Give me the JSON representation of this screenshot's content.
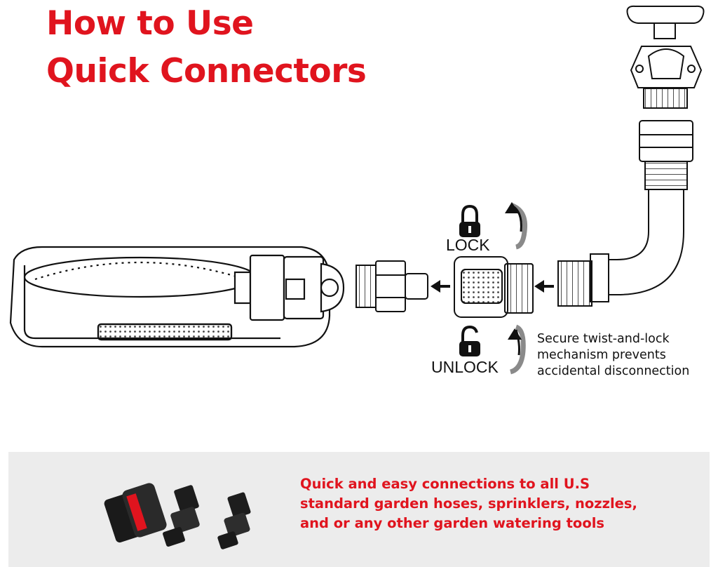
{
  "title": {
    "line1": "How to Use",
    "line2": "Quick Connectors"
  },
  "labels": {
    "lock": "LOCK",
    "unlock": "UNLOCK"
  },
  "note": {
    "line1": "Secure twist-and-lock",
    "line2": "mechanism prevents",
    "line3": "accidental disconnection"
  },
  "banner": {
    "line1": "Quick and easy connections to all U.S",
    "line2": "standard garden hoses, sprinklers, nozzles,",
    "line3": "and or any other garden watering tools"
  },
  "colors": {
    "accent": "#e0141e",
    "band": "#ececec",
    "ink": "#111111"
  },
  "icons": [
    "lock-icon",
    "unlock-icon",
    "arrow-left-icon",
    "rotate-arrow-icon"
  ]
}
